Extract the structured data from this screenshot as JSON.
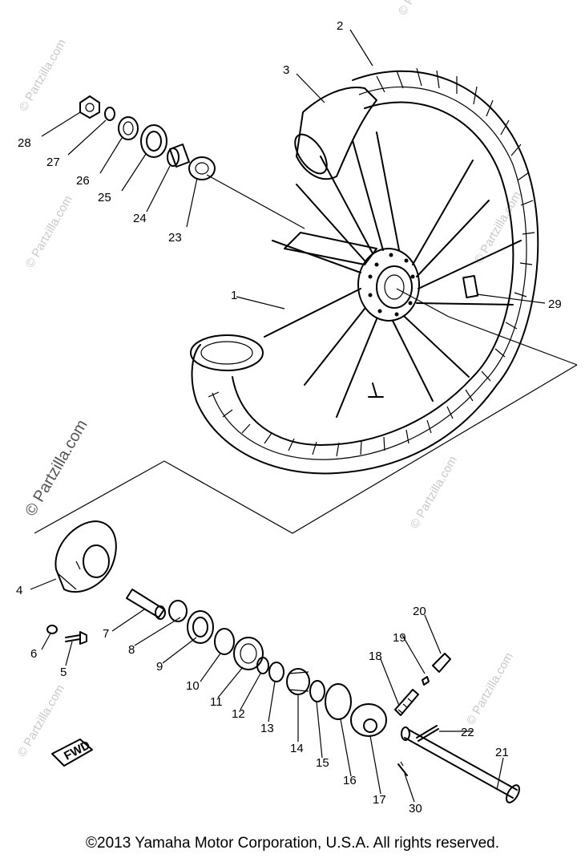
{
  "watermark": {
    "text": "© Partzilla.com"
  },
  "badge": {
    "text": "FWD"
  },
  "copyright": "©2013  Yamaha Motor Corporation, U.S.A. All rights reserved.",
  "callouts": {
    "c1": "1",
    "c2": "2",
    "c3": "3",
    "c4": "4",
    "c5": "5",
    "c6": "6",
    "c7": "7",
    "c8": "8",
    "c9": "9",
    "c10": "10",
    "c11": "11",
    "c12": "12",
    "c13": "13",
    "c14": "14",
    "c15": "15",
    "c16": "16",
    "c17": "17",
    "c18": "18",
    "c19": "19",
    "c20": "20",
    "c21": "21",
    "c22": "22",
    "c23": "23",
    "c24": "24",
    "c25": "25",
    "c26": "26",
    "c27": "27",
    "c28": "28",
    "c29": "29",
    "c30": "30"
  }
}
